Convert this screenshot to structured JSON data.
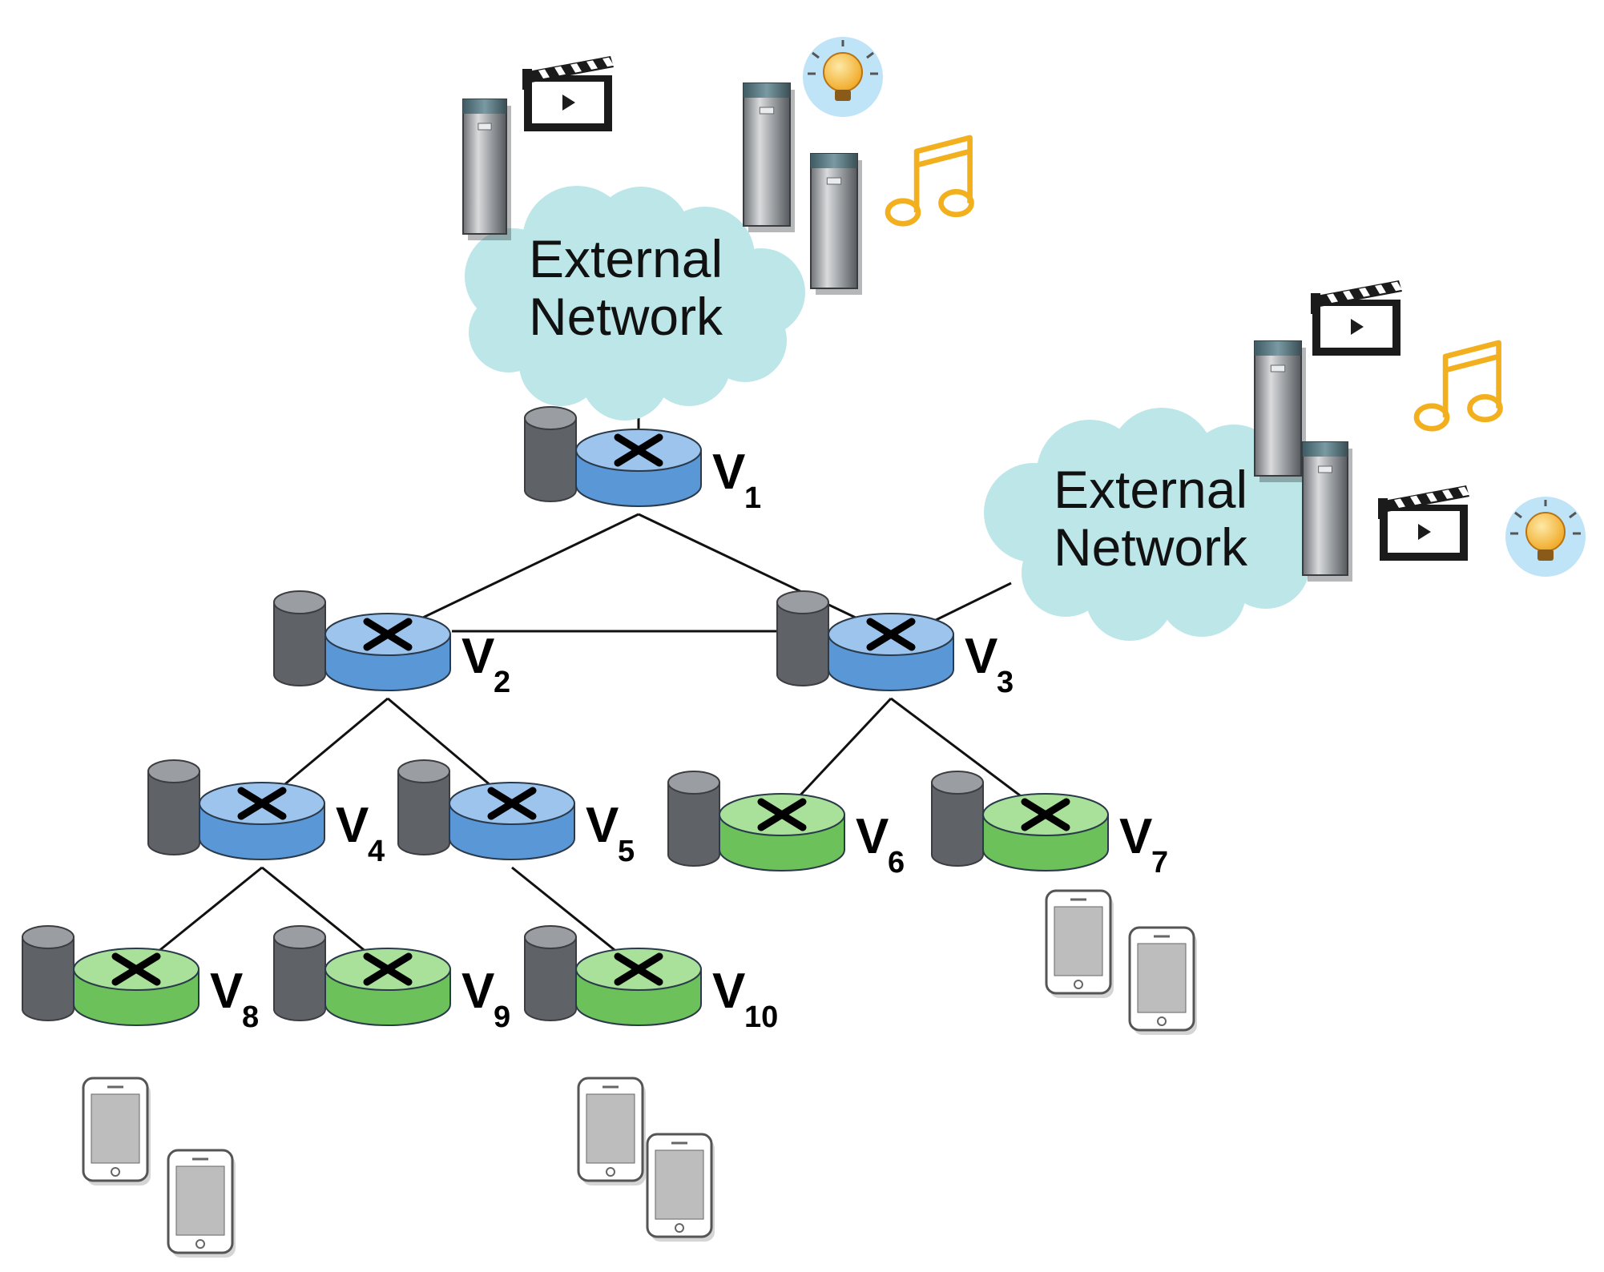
{
  "external_networks": [
    {
      "id": "ext-top",
      "line1": "External",
      "line2": "Network"
    },
    {
      "id": "ext-right",
      "line1": "External",
      "line2": "Network"
    }
  ],
  "nodes": [
    {
      "id": "v1",
      "letter": "V",
      "sub": "1",
      "tier": "core"
    },
    {
      "id": "v2",
      "letter": "V",
      "sub": "2",
      "tier": "core"
    },
    {
      "id": "v3",
      "letter": "V",
      "sub": "3",
      "tier": "core"
    },
    {
      "id": "v4",
      "letter": "V",
      "sub": "4",
      "tier": "core"
    },
    {
      "id": "v5",
      "letter": "V",
      "sub": "5",
      "tier": "core"
    },
    {
      "id": "v6",
      "letter": "V",
      "sub": "6",
      "tier": "edge"
    },
    {
      "id": "v7",
      "letter": "V",
      "sub": "7",
      "tier": "edge"
    },
    {
      "id": "v8",
      "letter": "V",
      "sub": "8",
      "tier": "edge"
    },
    {
      "id": "v9",
      "letter": "V",
      "sub": "9",
      "tier": "edge"
    },
    {
      "id": "v10",
      "letter": "V",
      "sub": "10",
      "tier": "edge"
    }
  ],
  "links": [
    [
      "ext-top",
      "v1"
    ],
    [
      "ext-right",
      "v3"
    ],
    [
      "v1",
      "v2"
    ],
    [
      "v1",
      "v3"
    ],
    [
      "v2",
      "v3"
    ],
    [
      "v2",
      "v4"
    ],
    [
      "v2",
      "v5"
    ],
    [
      "v3",
      "v6"
    ],
    [
      "v3",
      "v7"
    ],
    [
      "v4",
      "v8"
    ],
    [
      "v4",
      "v9"
    ],
    [
      "v5",
      "v10"
    ]
  ],
  "icons": {
    "server": "server-icon",
    "video": "video-clapperboard-icon",
    "music": "music-note-icon",
    "idea": "lightbulb-icon",
    "phone": "smartphone-icon",
    "cache": "cache-storage-icon",
    "router": "router-icon"
  },
  "colors": {
    "core_router": "#5a97d6",
    "core_router_top": "#9cc4ec",
    "edge_router": "#6cc15a",
    "edge_router_top": "#a9e19b",
    "cloud": "#bde6e9",
    "cache": "#5f6266",
    "music": "#f2b01e",
    "bulb_halo": "#bfe3f7",
    "bulb": "#f5b22c"
  }
}
